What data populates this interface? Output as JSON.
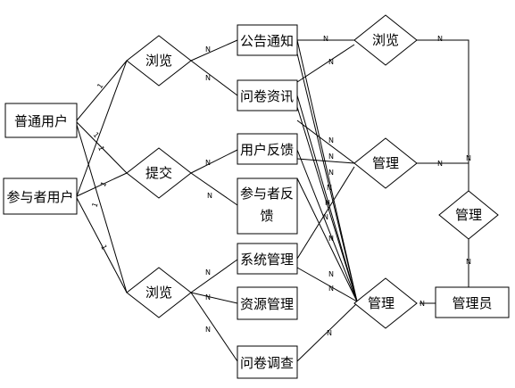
{
  "entities": {
    "normal_user": "普通用户",
    "participant_user": "参与者用户",
    "announcement": "公告通知",
    "survey_info": "问卷资讯",
    "user_feedback": "用户反馈",
    "participant_feedback_1": "参与者反",
    "participant_feedback_2": "馈",
    "system_mgmt": "系统管理",
    "resource_mgmt": "资源管理",
    "survey": "问卷调查",
    "admin": "管理员"
  },
  "relationships": {
    "browse_top": "浏览",
    "submit": "提交",
    "browse_bottom": "浏览",
    "browse_right": "浏览",
    "manage_mid": "管理",
    "manage_right": "管理",
    "manage_bottom": "管理"
  },
  "cardinality": {
    "one": "1",
    "many": "N"
  }
}
